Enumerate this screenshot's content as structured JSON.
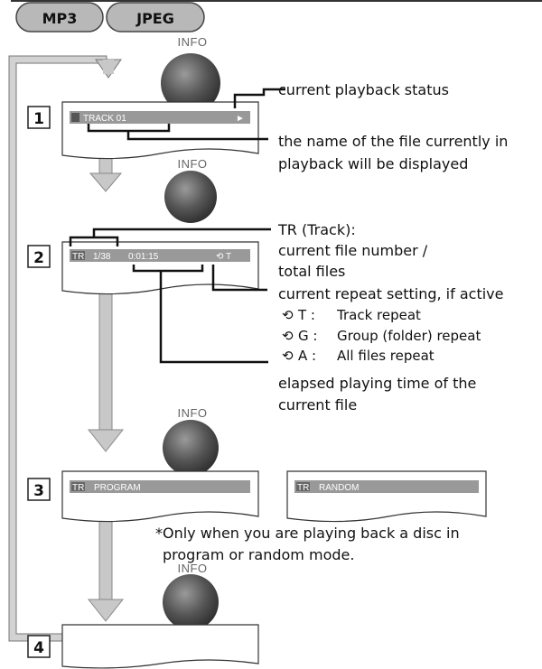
{
  "formats": [
    "MP3",
    "JPEG"
  ],
  "info_label": "INFO",
  "steps": [
    "1",
    "2",
    "3",
    "4"
  ],
  "step1": {
    "osd_text": "TRACK 01",
    "osd_status": "►",
    "callout_status": "current playback status",
    "callout_name_line1": "the name of the file currently in",
    "callout_name_line2": "playback will be displayed"
  },
  "step2": {
    "osd_tr": "TR",
    "osd_count": "1/38",
    "osd_time": "0:01:15",
    "osd_repeat": "⟲ T",
    "callout_track_line1": "TR (Track):",
    "callout_track_line2": "current file number /",
    "callout_track_line3": "total files",
    "callout_repeat": "current repeat setting, if active",
    "repeat_modes": [
      {
        "key": "T :",
        "desc": "Track repeat"
      },
      {
        "key": "G :",
        "desc": "Group (folder) repeat"
      },
      {
        "key": "A :",
        "desc": "All files repeat"
      }
    ],
    "repeat_symbol": "⟲",
    "callout_time_line1": "elapsed playing time of the",
    "callout_time_line2": "current file"
  },
  "step3": {
    "osd_tr": "TR",
    "program_text": "PROGRAM",
    "random_text": "RANDOM",
    "note_line1": "*Only when you are playing back a disc in",
    "note_line2": "program or random mode."
  }
}
